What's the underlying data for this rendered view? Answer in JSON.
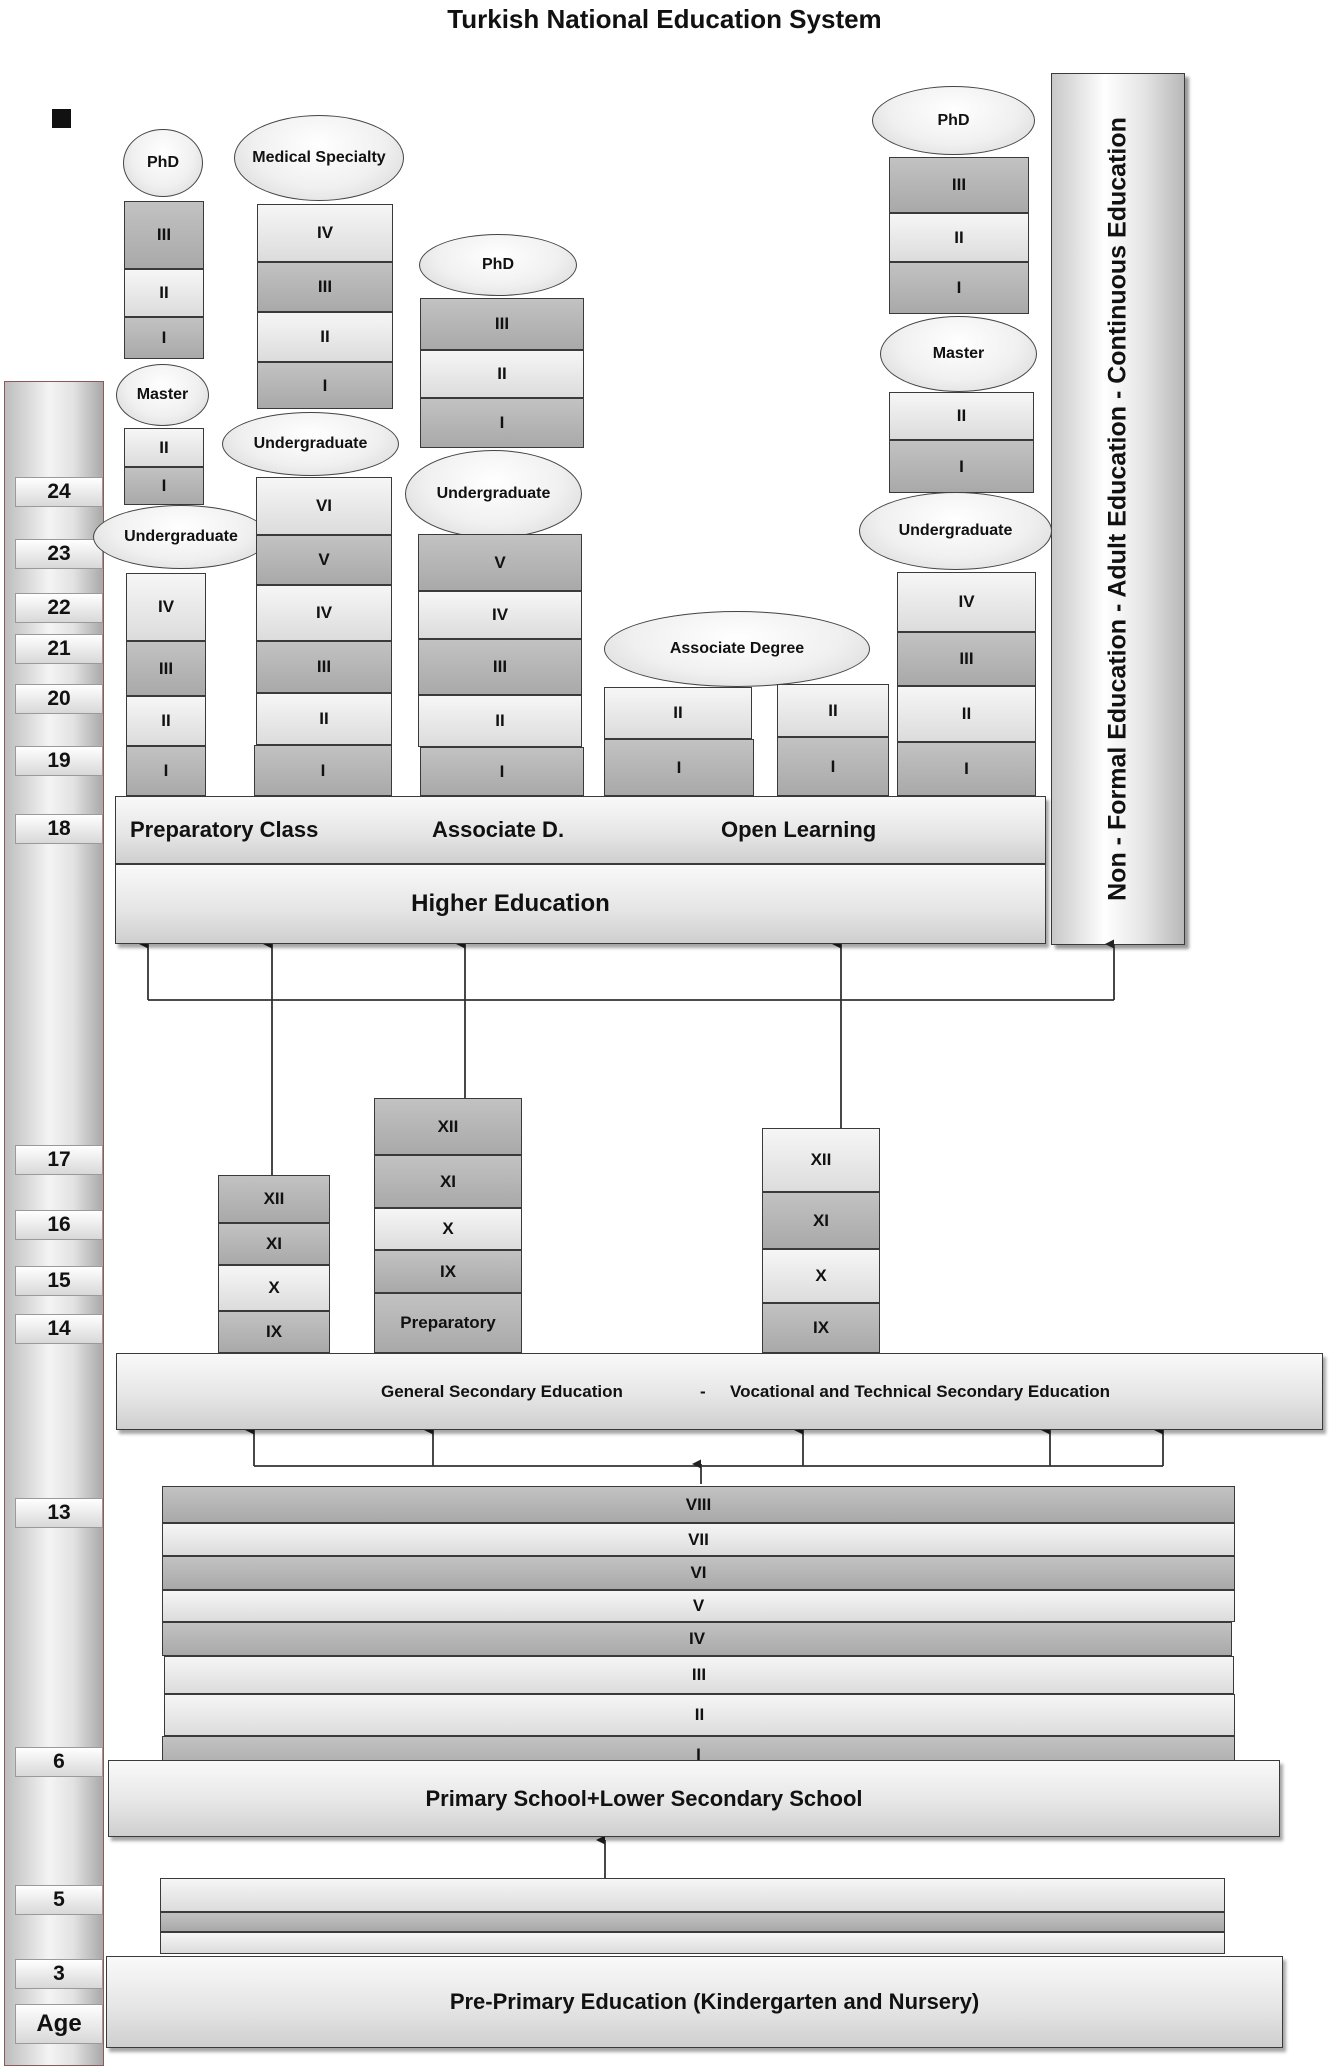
{
  "title": "Turkish National Education System",
  "age_axis": {
    "labels": [
      "24",
      "23",
      "22",
      "21",
      "20",
      "19",
      "18",
      "17",
      "16",
      "15",
      "14",
      "13",
      "6",
      "5",
      "3",
      "Age"
    ]
  },
  "non_formal": "Non - Formal Education - Adult Education - Continuous Education",
  "higher_education": {
    "label": "Higher Education",
    "sub_labels": [
      "Preparatory Class",
      "Associate D.",
      "Open Learning"
    ],
    "column1": {
      "phd": "PhD",
      "phd_years": [
        "III",
        "II",
        "I"
      ],
      "master": "Master",
      "master_years": [
        "II",
        "I"
      ],
      "undergraduate": "Undergraduate",
      "ug_years": [
        "IV",
        "III",
        "II",
        "I"
      ]
    },
    "column2": {
      "medical": "Medical Specialty",
      "med_years": [
        "IV",
        "III",
        "II",
        "I"
      ],
      "undergraduate": "Undergraduate",
      "ug_years": [
        "VI",
        "V",
        "IV",
        "III",
        "II",
        "I"
      ]
    },
    "column3": {
      "phd": "PhD",
      "phd_years": [
        "III",
        "II",
        "I"
      ],
      "undergraduate": "Undergraduate",
      "ug_years": [
        "V",
        "IV",
        "III",
        "II",
        "I"
      ]
    },
    "column4": {
      "associate": "Associate Degree",
      "left_years": [
        "II",
        "I"
      ],
      "right_years": [
        "II",
        "I"
      ]
    },
    "column5": {
      "phd": "PhD",
      "phd_years": [
        "III",
        "II",
        "I"
      ],
      "master": "Master",
      "master_years": [
        "II",
        "I"
      ],
      "undergraduate": "Undergraduate",
      "ug_years": [
        "IV",
        "III",
        "II",
        "I"
      ]
    }
  },
  "secondary": {
    "label_general": "General Secondary Education",
    "separator": "-",
    "label_vocational": "Vocational and Technical Secondary Education",
    "stack1": [
      "XII",
      "XI",
      "X",
      "IX"
    ],
    "stack2": [
      "XII",
      "XI",
      "X",
      "IX",
      "Preparatory"
    ],
    "stack3": [
      "XII",
      "XI",
      "X",
      "IX"
    ]
  },
  "primary": {
    "label": "Primary School+Lower Secondary School",
    "grades": [
      "VIII",
      "VII",
      "VI",
      "V",
      "IV",
      "III",
      "II",
      "I"
    ]
  },
  "pre_primary": {
    "label": "Pre-Primary Education (Kindergarten and Nursery)"
  }
}
